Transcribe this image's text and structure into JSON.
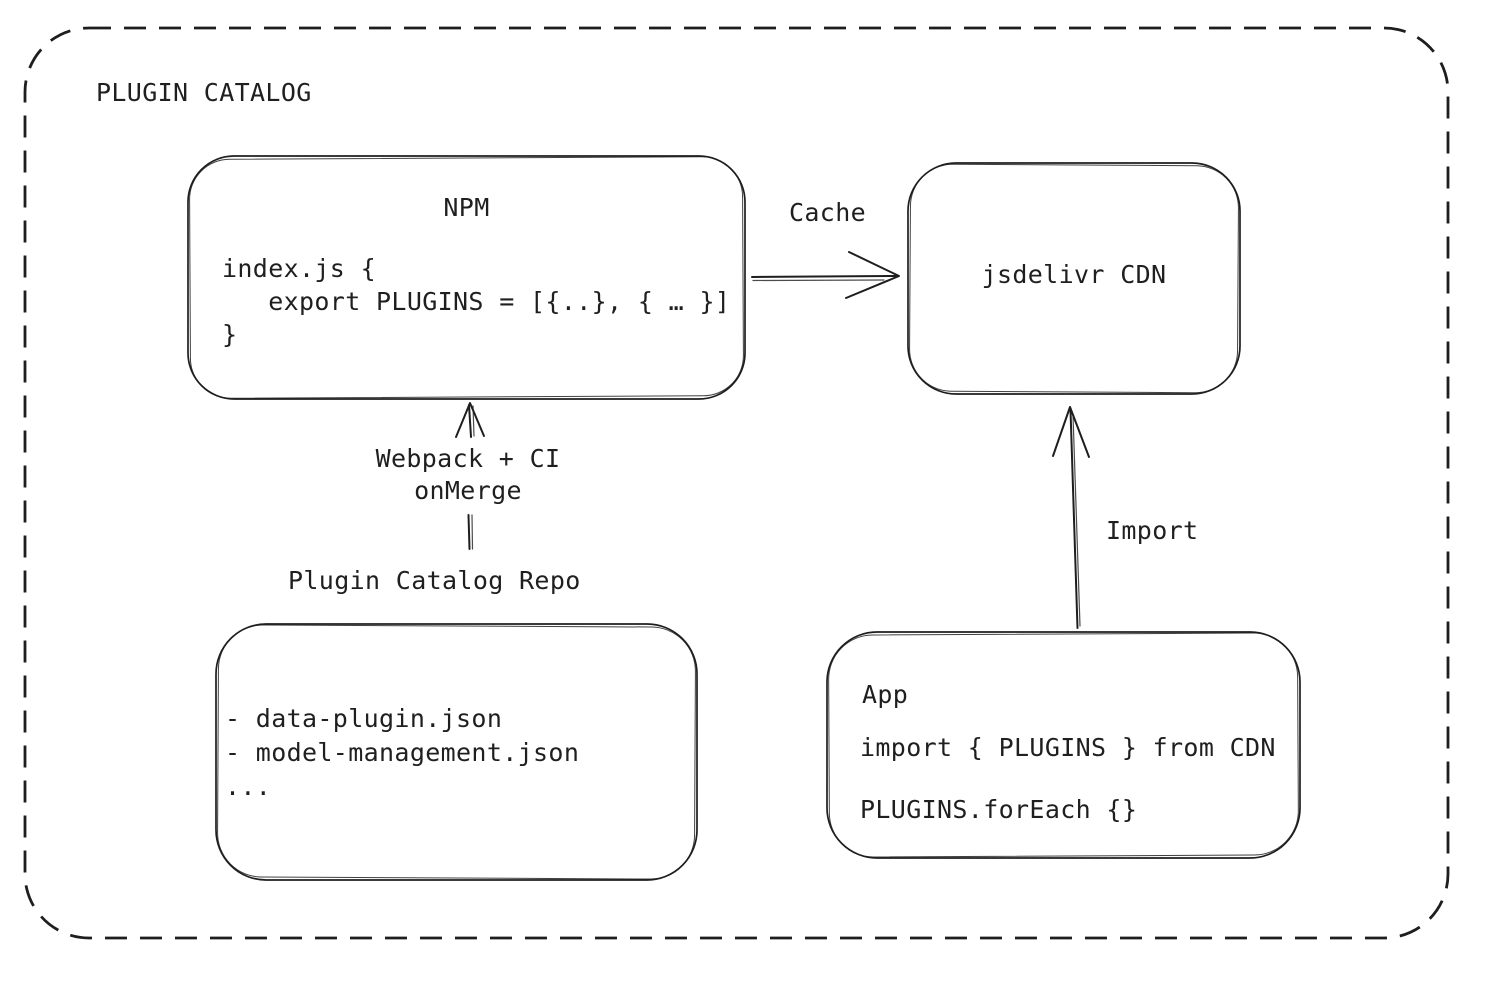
{
  "palette": {
    "background": "#ffffff",
    "stroke": "#1e1e1e",
    "text": "#1f1f1f"
  },
  "diagram": {
    "title": "PLUGIN CATALOG",
    "nodes": {
      "npm": {
        "title": "NPM",
        "code_lines": [
          "index.js {",
          "   export PLUGINS = [{..}, { … }]",
          "}"
        ]
      },
      "cdn": {
        "title": "jsdelivr CDN"
      },
      "repo": {
        "label": "Plugin Catalog Repo",
        "files": [
          "- data-plugin.json",
          "- model-management.json",
          "..."
        ]
      },
      "app": {
        "title": "App",
        "code_lines": [
          "import { PLUGINS } from CDN",
          "PLUGINS.forEach {}"
        ]
      }
    },
    "edges": [
      {
        "id": "cache",
        "label": "Cache",
        "from": "npm",
        "to": "cdn"
      },
      {
        "id": "build",
        "label": "Webpack + CI\nonMerge",
        "from": "repo",
        "to": "npm"
      },
      {
        "id": "import",
        "label": "Import",
        "from": "app",
        "to": "cdn"
      }
    ]
  }
}
